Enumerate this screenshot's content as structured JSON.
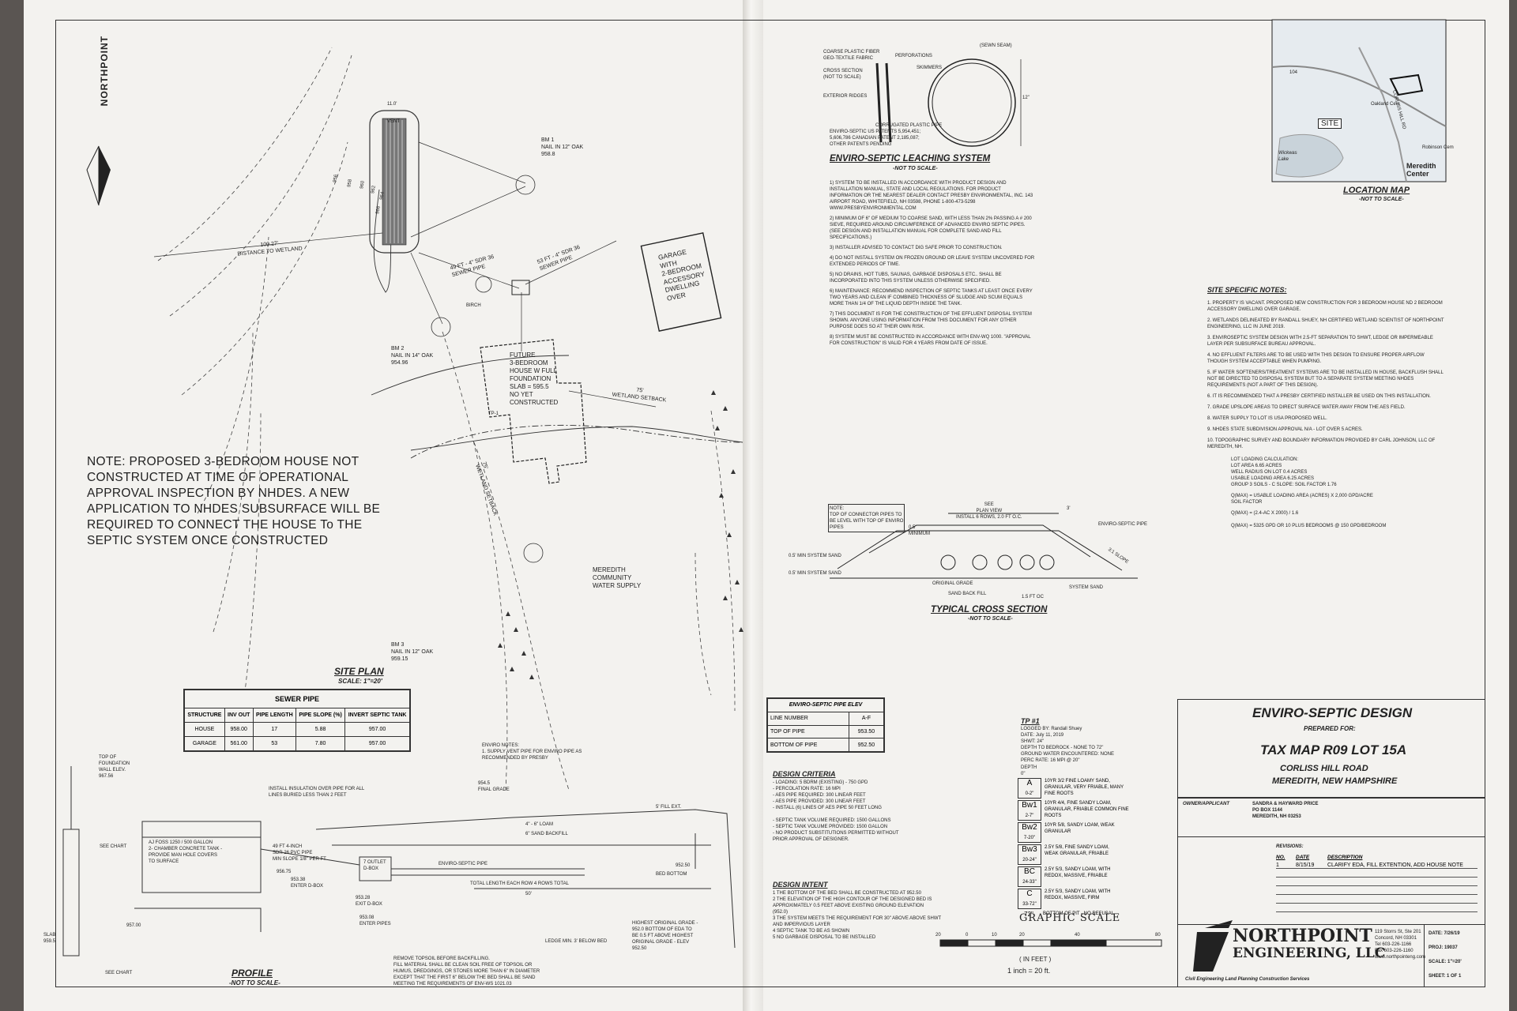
{
  "northpoint_label": "NORTHPOINT",
  "site_plan": {
    "title": "SITE PLAN",
    "scale": "SCALE: 1\"=20'",
    "house_note": "NOTE:  PROPOSED 3-BEDROOM HOUSE NOT\nCONSTRUCTED AT TIME OF OPERATIONAL\nAPPROVAL INSPECTION BY NHDES.  A NEW\nAPPLICATION TO NHDES SUBSURFACE WILL BE\nREQUIRED TO CONNECT THE HOUSE To THE\nSEPTIC SYSTEM ONCE CONSTRUCTED",
    "future_house": "FUTURE\n3-BEDROOM\nHOUSE W FULL\nFOUNDATION\nSLAB = 595.5\nNO YET\nCONSTRUCTED",
    "garage": "GARAGE\nWITH\n2-BEDROOM\nACCESSORY\nDWELLING\nOVER",
    "bm1": "BM 1\nNAIL IN 12\" OAK\n958.8",
    "bm2": "BM 2\nNAIL IN 14\" OAK\n954.96",
    "bm3": "BM 3\nNAIL IN 12\" OAK\n959.15",
    "distance_to_wetland": "100.27'\nDISTANCE TO WETLAND",
    "sewer_49": "49 FT - 4\" SDR 36\nSEWER PIPE",
    "sewer_53": "53 FT - 4\" SDR 36\nSEWER PIPE",
    "wetland_setback": "75'\nWETLAND SETBACK",
    "water_supply": "MEREDITH\nCOMMUNITY\nWATER SUPPLY",
    "wetland_setback_2": "75'\nWETLAND SETBACK",
    "contours": [
      "956",
      "958",
      "960",
      "962",
      "964",
      "966"
    ],
    "vent": "VENT",
    "dim_11": "11.0'",
    "birch": "BIRCH",
    "tp1": "TP-1"
  },
  "sewer_pipe": {
    "title": "SEWER PIPE",
    "headers": [
      "STRUCTURE",
      "INV OUT",
      "PIPE LENGTH",
      "PIPE SLOPE (%)",
      "INVERT SEPTIC TANK"
    ],
    "rows": [
      [
        "HOUSE",
        "958.00",
        "17",
        "5.88",
        "957.00"
      ],
      [
        "GARAGE",
        "561.00",
        "53",
        "7.80",
        "957.00"
      ]
    ]
  },
  "profile": {
    "title": "PROFILE",
    "subtitle": "-NOT TO SCALE-",
    "top_foundation": "TOP OF\nFOUNDATION\nWALL ELEV.\n967.56",
    "enviro_notes": "ENVIRO NOTES:\n1. SUPPLY VENT PIPE FOR ENVIRO PIPE AS\n   RECOMMENDED BY PRESBY",
    "insulation": "INSTALL INSULATION OVER PIPE FOR ALL\nLINES BURIED LESS THAN 2 FEET",
    "final_grade": "954.5\nFINAL GRADE",
    "fill_ext": "5' FILL EXT.",
    "loam": "4\" - 6\" LOAM",
    "sand_backfill": "6\" SAND BACKFILL",
    "tank": "AJ FOSS 1250 / 500 GALLON\n2- CHAMBER CONCRETE TANK -\nPROVIDE MAN HOLE COVERS\nTO SURFACE",
    "see_chart": "SEE CHART",
    "see_chart_2": "SEE CHART",
    "pipe_49": "49 FT 4-INCH\nSDR 26 PVC PIPE\nMIN SLOPE 1/8\" PER FT",
    "elev_95675": "956.75",
    "enter_dbox": "953.38\nENTER D-BOX",
    "exit_dbox": "953.28\nEXIT D-BOX",
    "enter_pipes": "953.08\nENTER PIPES",
    "outlet_dbox": "7 OUTLET\nD-BOX",
    "enviro_pipe": "ENVIRO-SEPTIC PIPE",
    "elev_95250": "952.50",
    "bed_bottom": "BED BOTTOM",
    "total_length": "TOTAL LENGTH EACH ROW 4 ROWS TOTAL",
    "length_50": "50'",
    "elev_957": "957.00",
    "slab": "SLAB\n959.5",
    "ledge": "LEDGE MIN. 3' BELOW BED",
    "topsoil": "REMOVE TOPSOIL BEFORE BACKFILLING.\nFILL MATERIAL SHALL BE CLEAN SOIL FREE OF TOPSOIL OR\nHUMUS, DREDGINGS, OR STONES MORE THAN 6\" IN DIAMETER\nEXCEPT THAT THE FIRST 6\" BELOW THE BED SHALL BE SAND\nMEETING THE REQUIREMENTS OF ENV-WS 1021.03",
    "highest_grade": "HIGHEST ORIGINAL GRADE -\n952.0  BOTTOM OF EDA TO\nBE 0.5 FT ABOVE HIGHEST\nORIGINAL GRADE - ELEV\n952.50"
  },
  "pipe_detail": {
    "labels": "COARSE PLASTIC FIBER\nGEO-TEXTILE FABRIC\n\nCROSS SECTION\n(NOT TO SCALE)\n\n\nEXTERIOR RIDGES",
    "perforations": "PERFORATIONS",
    "skimmers": "SKIMMERS",
    "sewn_seam": "(SEWN SEAM)",
    "corrugated": "CORRUGATED PLASTIC PIPE",
    "patents": "ENVIRO-SEPTIC US PATENTS 5,954,451;\n5,606,786 CANADIAN PATENT 2,185,087;\nOTHER PATENTS PENDING",
    "dim_12": "12\""
  },
  "leaching": {
    "title": "ENVIRO-SEPTIC LEACHING SYSTEM",
    "subtitle": "-NOT TO SCALE-",
    "notes": [
      "1) SYSTEM TO BE INSTALLED IN ACCORDANCE WITH PRODUCT DESIGN AND INSTALLATION MANUAL, STATE AND LOCAL REGULATIONS. FOR PRODUCT INFORMATION OR THE NEAREST DEALER CONTACT PRESBY ENVIRONMENTAL, INC. 143 AIRPORT ROAD, WHITEFIELD, NH 03598, PHONE 1-800-473-5298 WWW.PRESBYENVIRONMENTAL.COM",
      "2) MINIMUM OF 6\" OF MEDIUM TO COARSE SAND, WITH LESS THAN 2% PASSING A # 200 SIEVE, REQUIRED AROUND CIRCUMFERENCE OF ADVANCED ENVIRO SEPTIC PIPES. (SEE DESIGN AND INSTALLATION MANUAL FOR COMPLETE SAND AND FILL SPECIFICATIONS.)",
      "3) INSTALLER ADVISED TO CONTACT DIG SAFE PRIOR TO CONSTRUCTION.",
      "4) DO NOT INSTALL SYSTEM ON FROZEN GROUND OR LEAVE SYSTEM UNCOVERED FOR EXTENDED PERIODS OF TIME.",
      "5) NO DRAINS, HOT TUBS, SAUNAS, GARBAGE DISPOSALS ETC.. SHALL BE INCORPORATED INTO THIS SYSTEM UNLESS OTHERWISE SPECIFIED.",
      "6) MAINTENANCE: RECOMMEND INSPECTION OF SEPTIC TANKS AT LEAST ONCE EVERY TWO YEARS AND CLEAN IF COMBINED THICKNESS OF SLUDGE AND SCUM EQUALS MORE THAN 1/4 OF THE LIQUID DEPTH INSIDE THE TANK.",
      "7) THIS DOCUMENT IS FOR THE CONSTRUCTION OF THE EFFLUENT DISPOSAL SYSTEM SHOWN.  ANYONE USING INFORMATION FROM THIS DOCUMENT FOR ANY OTHER PURPOSE DOES SO AT THEIR OWN RISK.",
      "8) SYSTEM MUST BE CONSTRUCTED IN ACCORDANCE WITH ENV-WQ 1000.  \"APPROVAL FOR CONSTRUCTION\" IS VALID FOR 4 YEARS FROM DATE OF ISSUE."
    ]
  },
  "location_map": {
    "title": "LOCATION MAP",
    "subtitle": "-NOT TO SCALE-",
    "site": "SITE",
    "oakland": "Oakland Cem",
    "robinson": "Robinson Cem",
    "wickwas": "Wickwas\nLake",
    "meredith": "Meredith\nCenter",
    "route": "104",
    "road": "CORLISS HILL RD"
  },
  "site_notes": {
    "title": "SITE SPECIFIC NOTES:",
    "items": [
      "1.   PROPERTY IS VACANT.  PROPOSED NEW CONSTRUCTION FOR 3 BEDROOM HOUSE ND 2 BEDROOM ACCESSORY DWELLING OVER GARAGE.",
      "2.   WETLANDS DELINEATED BY RANDALL SHUEY, NH CERTIFIED WETLAND SCIENTIST OF NORTHPOINT ENGINEERING, LLC IN JUNE 2019.",
      "3.   ENVIROSEPTIC SYSTEM DESIGN WITH 2.5-FT SEPARATION TO SHWT, LEDGE OR IMPERMEABLE LAYER PER SUBSURFACE BUREAU APPROVAL.",
      "4.   NO EFFLUENT FILTERS ARE TO BE USED WITH THIS DESIGN TO ENSURE PROPER AIRFLOW THOUGH SYSTEM ACCEPTABLE WHEN PUMPING.",
      "5.   IF WATER SOFTENERS/TREATMENT SYSTEMS ARE TO BE INSTALLED IN HOUSE, BACKFLUSH SHALL NOT BE  DIRECTED TO DISPOSAL SYSTEM BUT TO A SEPARATE SYSTEM MEETING NHDES REQUIREMENTS (NOT A PART OF THIS DESIGN).",
      "6.   IT IS RECOMMENDED THAT A PRESBY CERTIFIED INSTALLER  BE USED ON THIS INSTALLATION.",
      "7.   GRADE UPSLOPE AREAS TO DIRECT SURFACE WATER AWAY FROM THE AES FIELD.",
      "8.   WATER SUPPLY TO LOT IS USA PROPOSED WELL.",
      "9.   NHDES STATE SUBDIVISION APPROVAL     N/A - LOT OVER 5 ACRES.",
      "10.  TOPOGRAPHIC SURVEY AND BOUNDARY INFORMATION PROVIDED BY CARL JOHNSON, LLC OF MEREDITH, NH."
    ],
    "calc": "LOT LOADING CALCULATION:\nLOT AREA 6.65 ACRES\nWELL RADIUS ON LOT 0.4 ACRES\nUSABLE LOADING AREA 6.25 ACRES\nGROUP 3 SOILS - C SLOPE: SOIL FACTOR 1.76",
    "q1": "Q(MAX) = USABLE LOADING AREA (ACRES) X 2,000 GPD/ACRE\n                          SOIL FACTOR",
    "q2": "Q(MAX) =   (2.4-AC X 2000)  /  1.6",
    "q3": "Q(MAX) = 5325 GPD OR 10 PLUS BEDROOMS @ 150 GPD/BEDROOM"
  },
  "cross_section": {
    "title": "TYPICAL CROSS SECTION",
    "subtitle": "-NOT TO SCALE-",
    "note": "NOTE:\nTOP OF CONNECTOR PIPES TO\nBE LEVEL WITH TOP OF ENVIRO\nPIPES",
    "plan_view": "SEE\nPLAN VIEW\nINSTALL 6 ROWS, 2.0 FT O.C.",
    "dim_3": "3'",
    "min_05": "0.5'\nMINIMUM",
    "enviro_pipe": "ENVIRO-SEPTIC PIPE",
    "slope": "3:1 SLOPE",
    "min_sand_1": "0.5' MIN SYSTEM SAND",
    "min_sand_2": "0.5' MIN SYSTEM SAND",
    "original_grade": "ORIGINAL GRADE",
    "sand_back_fill": "SAND BACK FILL",
    "system_sand": "SYSTEM SAND",
    "oc": "1.5 FT OC"
  },
  "pipe_elev": {
    "title": "ENVIRO-SEPTIC PIPE ELEV",
    "rows": [
      [
        "LINE NUMBER",
        "A-F"
      ],
      [
        "TOP OF PIPE",
        "953.50"
      ],
      [
        "BOTTOM OF PIPE",
        "952.50"
      ]
    ]
  },
  "design_criteria": {
    "title": "DESIGN CRITERIA",
    "text": "- LOADING: 5 BDRM (EXISTING) - 750 GPD\n- PERCOLATION RATE: 16 MPI\n- AES PIPE REQUIRED: 300 LINEAR FEET\n- AES PIPE PROVIDED: 300 LINEAR FEET\n- INSTALL (6) LINES OF AES PIPE 50 FEET LONG\n\n- SEPTIC TANK VOLUME REQUIRED: 1500 GALLONS\n- SEPTIC TANK VOLUME PROVIDED: 1500 GALLON\n- NO PRODUCT SUBSTITUTIONS PERMITTED WITHOUT\n  PRIOR APPROVAL OF DESIGNER."
  },
  "design_intent": {
    "title": "DESIGN INTENT",
    "text": "1    THE BOTTOM OF THE BED SHALL BE CONSTRUCTED AT 952.50\n2    THE ELEVATION OF THE HIGH CONTOUR OF THE DESIGNED BED IS\n     APPROXIMATELY 0.5 FEET ABOVE EXISTING GROUND ELEVATION\n     (952.0)\n3    THE SYSTEM MEETS THE REQUIREMENT FOR 30\" ABOVE ABOVE SHWT\n     AND IMPERVIOUS LAYER\n4    SEPTIC TANK TO BE AS SHOWN\n5    NO GARBAGE DISPOSAL TO BE INSTALLED"
  },
  "test_pit": {
    "title": "TP #1",
    "header": "LOGGED BY: Randall Shuey\nDATE: July 11, 2019\nSHWT: 24\"\nDEPTH TO BEDROCK - NONE TO 72\"\nGROUND WATER ENCOUNTERED: NONE\nPERC RATE: 16 MPI @ 20\"",
    "depth_label": "DEPTH\n0\"",
    "rows": [
      {
        "h": "A",
        "d": "0-2\"",
        "t": "10YR 3/2 FINE LOAMY SAND,\nGRANULAR, VERY FRIABLE, MANY\nFINE ROOTS"
      },
      {
        "h": "Bw1",
        "d": "2-7\"",
        "t": "10YR 4/4, FINE SANDY LOAM,\nGRANULAR, FRIABLE COMMON FINE\nROOTS"
      },
      {
        "h": "Bw2",
        "d": "7-20\"",
        "t": "10YR 5/8, SANDY LOAM, WEAK\nGRANULAR"
      },
      {
        "h": "Bw3",
        "d": "20-24\"",
        "t": "2.5Y 5/8, FINE SANDY LOAM,\nWEAK GRANULAR, FRIABLE"
      },
      {
        "h": "BC",
        "d": "24-33\"",
        "t": "2.5Y 5/3, SANDY LOAM, WITH\nREDOX, MASSIVE, FRIABLE"
      },
      {
        "h": "C",
        "d": "33-72\"",
        "t": "2.5Y 5/3, SANDY LOAM, WITH\nREDOX, MASSIVE, FIRM"
      }
    ],
    "bottom_depth": "72\"",
    "bottom": "BOTTOM OF PIT - NO REFUSAL"
  },
  "graphic_scale": {
    "title": "GRAPHIC SCALE",
    "ticks": [
      "20",
      "0",
      "10",
      "20",
      "40",
      "80"
    ],
    "unit": "( IN FEET )",
    "ratio": "1 inch =  20  ft."
  },
  "title_block": {
    "title": "ENVIRO-SEPTIC DESIGN",
    "prepared_for": "PREPARED FOR:",
    "lot": "TAX MAP R09 LOT 15A",
    "road": "CORLISS HILL ROAD",
    "town": "MEREDITH, NEW HAMPSHIRE",
    "owner_label": "OWNER/APPLICANT",
    "owner": "SANDRA & HAYWARD PRICE\nPO BOX 1144\nMEREDITH, NH 03253",
    "revisions_label": "REVISIONS:",
    "rev_headers": [
      "NO.",
      "DATE",
      "DESCRIPTION"
    ],
    "rev_row": [
      "1",
      "8/15/19",
      "CLARIFY EDA, FILL EXTENTION, ADD HOUSE NOTE"
    ],
    "company_1": "NORTHPOINT",
    "company_2": "ENGINEERING, LLC",
    "services": "Civil Engineering  Land Planning  Construction Services",
    "address": "119 Storrs St, Ste 201\nConcord, NH 03301\nTel 603-226-1166\nFax 603-226-1160\nwww.northpointeng.com",
    "date": "DATE: 7/26/19",
    "proj": "PROJ: 19037",
    "scale": "SCALE: 1\"=20'",
    "sheet": "SHEET: 1 OF 1"
  }
}
